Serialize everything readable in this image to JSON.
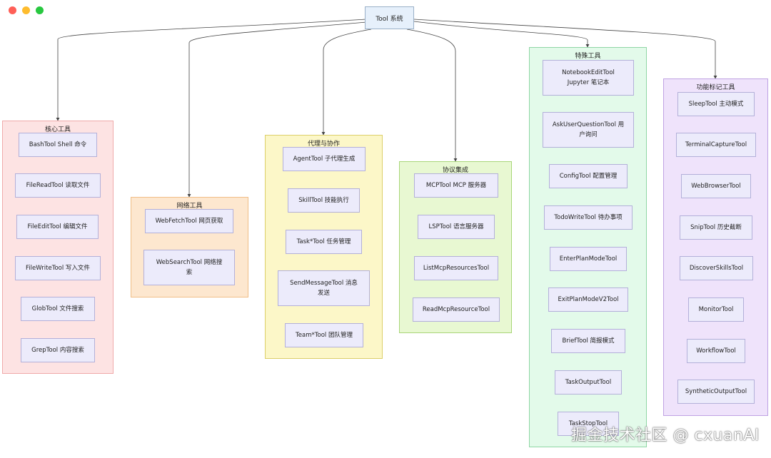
{
  "window_controls": [
    "close",
    "minimize",
    "maximize"
  ],
  "root": {
    "label": "Tool 系统"
  },
  "groups": {
    "core": {
      "title": "核心工具",
      "nodes": [
        "BashTool Shell 命令",
        "FileReadTool 读取文件",
        "FileEditTool 编辑文件",
        "FileWriteTool 写入文件",
        "GlobTool 文件搜索",
        "GrepTool 内容搜索"
      ]
    },
    "net": {
      "title": "网络工具",
      "nodes": [
        "WebFetchTool 网页获取",
        "WebSearchTool 网络搜\n索"
      ]
    },
    "agent": {
      "title": "代理与协作",
      "nodes": [
        "AgentTool 子代理生成",
        "SkillTool 技能执行",
        "Task*Tool 任务管理",
        "SendMessageTool 消息\n发送",
        "Team*Tool 团队管理"
      ]
    },
    "proto": {
      "title": "协议集成",
      "nodes": [
        "MCPTool MCP 服务器",
        "LSPTool 语言服务器",
        "ListMcpResourcesTool",
        "ReadMcpResourceTool"
      ]
    },
    "special": {
      "title": "特殊工具",
      "nodes": [
        "NotebookEditTool\nJupyter 笔记本",
        "AskUserQuestionTool 用\n户询问",
        "ConfigTool 配置管理",
        "TodoWriteTool 待办事项",
        "EnterPlanModeTool",
        "ExitPlanModeV2Tool",
        "BriefTool 简报模式",
        "TaskOutputTool",
        "TaskStopTool"
      ]
    },
    "flag": {
      "title": "功能标记工具",
      "nodes": [
        "SleepTool 主动模式",
        "TerminalCaptureTool",
        "WebBrowserTool",
        "SnipTool 历史截断",
        "DiscoverSkillsTool",
        "MonitorTool",
        "WorkflowTool",
        "SyntheticOutputTool"
      ]
    }
  },
  "watermark": "掘金技术社区 @ cxuanAI"
}
